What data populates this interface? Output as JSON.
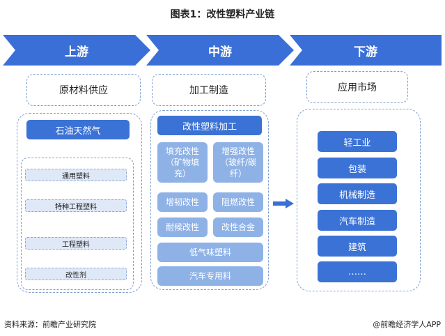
{
  "title": "图表1：改性塑料产业链",
  "stages": [
    {
      "label": "上游",
      "header": "原材料供应"
    },
    {
      "label": "中游",
      "header": "加工制造"
    },
    {
      "label": "下游",
      "header": "应用市场"
    }
  ],
  "upstream": {
    "main": "石油天然气",
    "items": [
      "通用塑料",
      "特种工程塑料",
      "工程塑料",
      "改性剂"
    ]
  },
  "midstream": {
    "main": "改性塑料加工",
    "grid": [
      "填充改性（矿物填充）",
      "增强改性（玻纤/碳纤）",
      "增韧改性",
      "阻燃改性",
      "耐候改性",
      "改性合金"
    ],
    "wide": [
      "低气味塑料",
      "汽车专用料"
    ]
  },
  "downstream": {
    "items": [
      "轻工业",
      "包装",
      "机械制造",
      "汽车制造",
      "建筑",
      "……"
    ]
  },
  "footer": {
    "source": "资料来源：前瞻产业研究院",
    "brand": "@前瞻经济学人APP"
  },
  "colors": {
    "arrow": "#3a6fd8",
    "button": "#3b72d6",
    "light": "#8fb2e6",
    "dash": "#7d9fcf"
  }
}
